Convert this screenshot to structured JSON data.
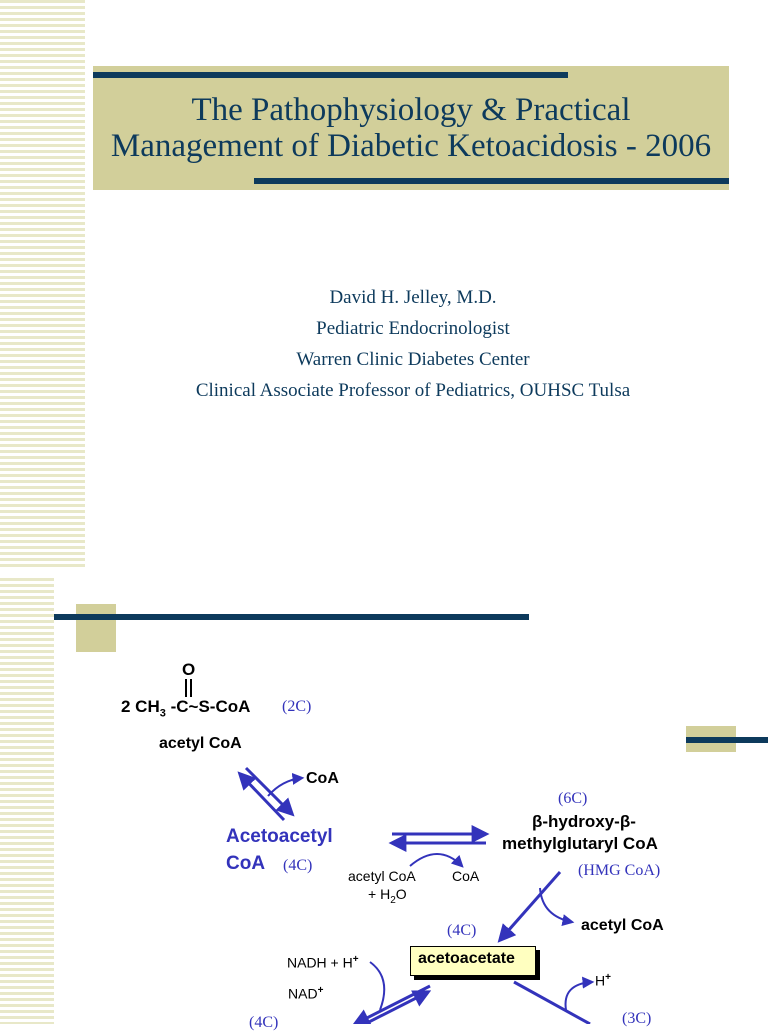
{
  "slide1": {
    "title_line1": "The Pathophysiology & Practical",
    "title_line2": "Management of Diabetic Ketoacidosis - 2006",
    "author": {
      "name": "David H. Jelley, M.D.",
      "role": "Pediatric Endocrinologist",
      "org": "Warren Clinic Diabetes Center",
      "affiliation": "Clinical Associate Professor of Pediatrics, OUHSC Tulsa"
    }
  },
  "slide2": {
    "formula": {
      "o_label": "O",
      "prefix": "2 CH",
      "subscript": "3",
      "rest": " -C~S-CoA",
      "carbons": "(2C)"
    },
    "acetyl_coa": "acetyl CoA",
    "coa_release": "CoA",
    "acetoacetyl_line1": "Acetoacetyl",
    "acetoacetyl_line2": "CoA",
    "acetoacetyl_carbons": "(4C)",
    "hmg_carbons": "(6C)",
    "hmg_line1": "β-hydroxy-β-",
    "hmg_line2": "methylglutaryl CoA",
    "hmg_abbrev": "(HMG CoA)",
    "acetyl_coa_h2o_line1": "acetyl CoA",
    "acetyl_coa_h2o_line2_prefix": "+ H",
    "acetyl_coa_h2o_line2_sub": "2",
    "acetyl_coa_h2o_line2_suffix": "O",
    "coa_mid": "CoA",
    "acetyl_coa_right": "acetyl CoA",
    "acetoacetate_carbons": "(4C)",
    "acetoacetate": "acetoacetate",
    "nadh_prefix": "NADH + H",
    "nadh_sup": "+",
    "nad_prefix": "NAD",
    "nad_sup": "+",
    "h_plus_prefix": "H",
    "h_plus_sup": "+",
    "left_bottom_carbons": "(4C)",
    "right_bottom_carbons": "(3C)"
  }
}
